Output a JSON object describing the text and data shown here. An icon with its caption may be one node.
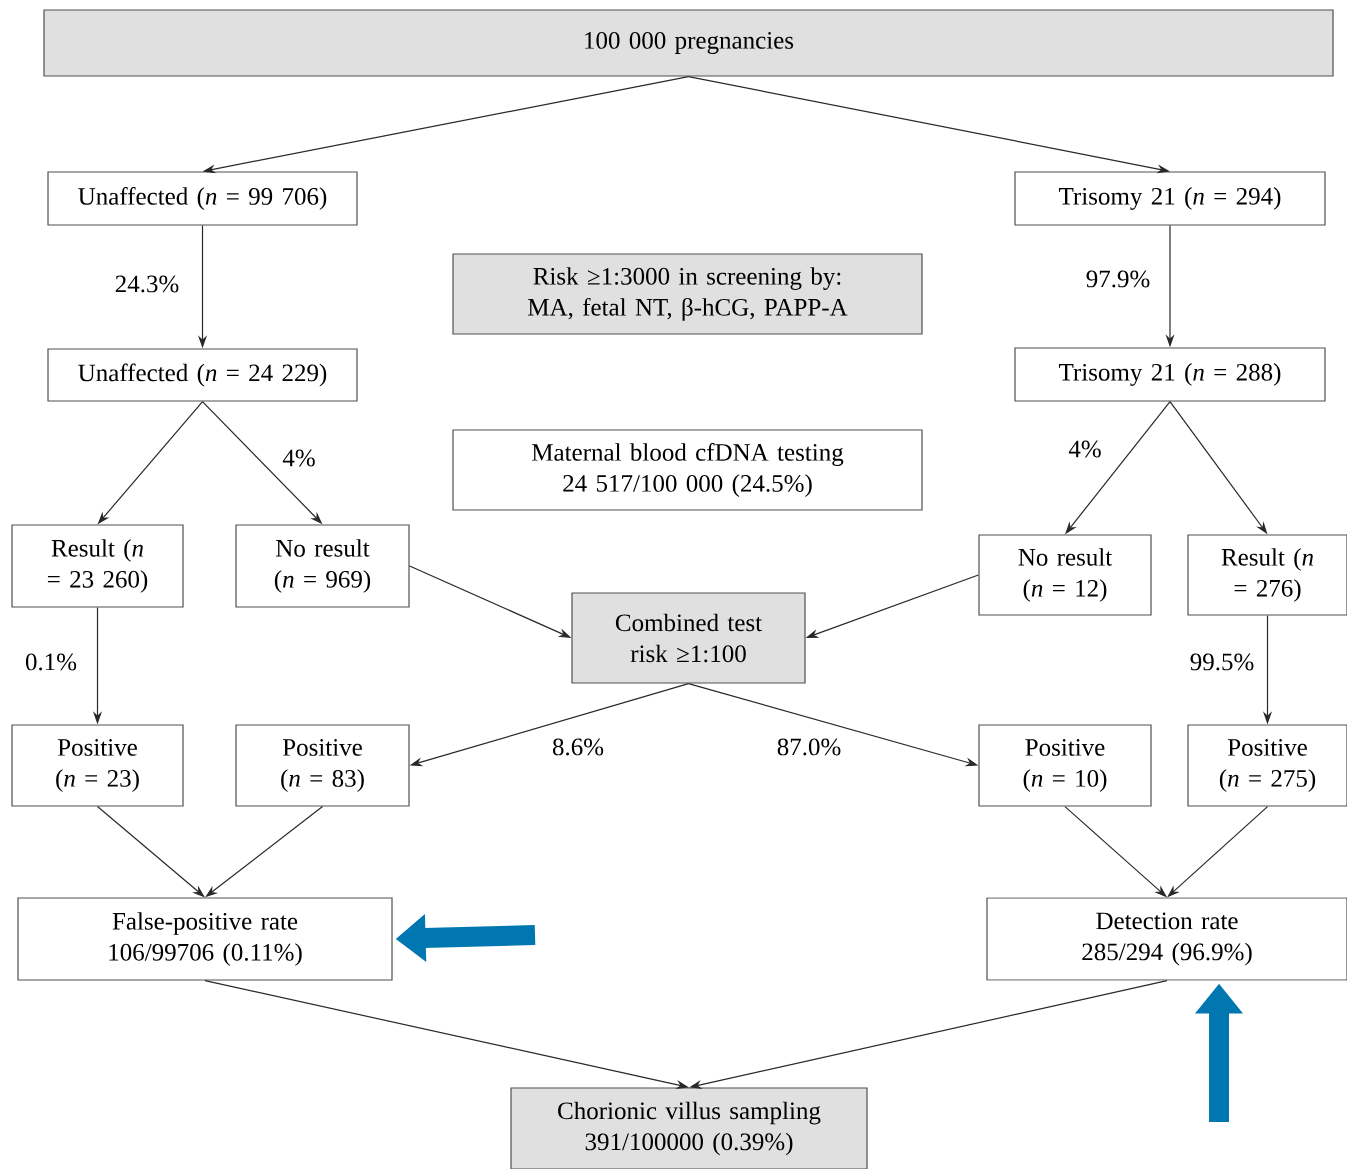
{
  "diagram": {
    "nodes": [
      {
        "text": [
          "100 000 pregnancies"
        ]
      },
      {
        "text": [
          "Unaffected (*n* = 99 706)"
        ]
      },
      {
        "text": [
          "Trisomy 21 (*n* = 294)"
        ]
      },
      {
        "text": [
          "Risk ≥1:3000 in screening by: MA, fetal NT, β-hCG, PAPP-A"
        ]
      },
      {
        "text": [
          "Unaffected (*n* = 24 229)"
        ]
      },
      {
        "text": [
          "Trisomy 21 (*n* = 288)"
        ]
      },
      {
        "text": [
          "Maternal blood cfDNA testing 24 517/100 000 (24.5%)"
        ]
      },
      {
        "text": [
          "Result (*n* = 23 260)"
        ]
      },
      {
        "text": [
          "No result (*n* = 969)"
        ]
      },
      {
        "text": [
          "No result (*n* = 12)"
        ]
      },
      {
        "text": [
          "Result (*n* = 276)"
        ]
      },
      {
        "text": [
          "Combined test risk ≥1:100"
        ]
      },
      {
        "text": [
          "Positive (*n* = 23)"
        ]
      },
      {
        "text": [
          "Positive (*n* = 83)"
        ]
      },
      {
        "text": [
          "Positive (*n* = 10)"
        ]
      },
      {
        "text": [
          "Positive (*n* = 275)"
        ]
      },
      {
        "text": [
          "False-positive rate 106/99706 (0.11%)"
        ]
      },
      {
        "text": [
          "Detection rate 285/294 (96.9%)"
        ]
      },
      {
        "text": [
          "Chorionic villus sampling 391/100000 (0.39%)"
        ]
      }
    ],
    "edges": [
      {
        "from": 0,
        "to": 1,
        "arrow": "to"
      },
      {
        "from": 0,
        "to": 2,
        "arrow": "to"
      },
      {
        "from": 1,
        "to": 4,
        "arrow": "to",
        "label": "24.3%"
      },
      {
        "from": 2,
        "to": 5,
        "arrow": "to",
        "label": "97.9%"
      },
      {
        "from": 4,
        "to": 7,
        "arrow": "to"
      },
      {
        "from": 4,
        "to": 8,
        "arrow": "to",
        "label": "4%"
      },
      {
        "from": 5,
        "to": 9,
        "arrow": "to",
        "label": "4%"
      },
      {
        "from": 5,
        "to": 10,
        "arrow": "to"
      },
      {
        "from": 8,
        "to": 11,
        "arrow": "to"
      },
      {
        "from": 9,
        "to": 11,
        "arrow": "to"
      },
      {
        "from": 7,
        "to": 12,
        "arrow": "to",
        "label": "0.1%"
      },
      {
        "from": 10,
        "to": 15,
        "arrow": "to",
        "label": "99.5%"
      },
      {
        "from": 11,
        "to": 13,
        "arrow": "to",
        "label": "8.6%"
      },
      {
        "from": 11,
        "to": 14,
        "arrow": "to",
        "label": "87.0%"
      },
      {
        "from": 12,
        "to": 16,
        "arrow": "to"
      },
      {
        "from": 13,
        "to": 16,
        "arrow": "to"
      },
      {
        "from": 14,
        "to": 17,
        "arrow": "to"
      },
      {
        "from": 15,
        "to": 17,
        "arrow": "to"
      },
      {
        "from": 16,
        "to": 18,
        "arrow": "to"
      },
      {
        "from": 17,
        "to": 18,
        "arrow": "to"
      },
      {
        "from": null,
        "to": 16,
        "arrow": "to",
        "style": "thick",
        "color": "#0077b0"
      },
      {
        "from": null,
        "to": 17,
        "arrow": "to",
        "style": "thick",
        "color": "#0077b0"
      }
    ]
  }
}
